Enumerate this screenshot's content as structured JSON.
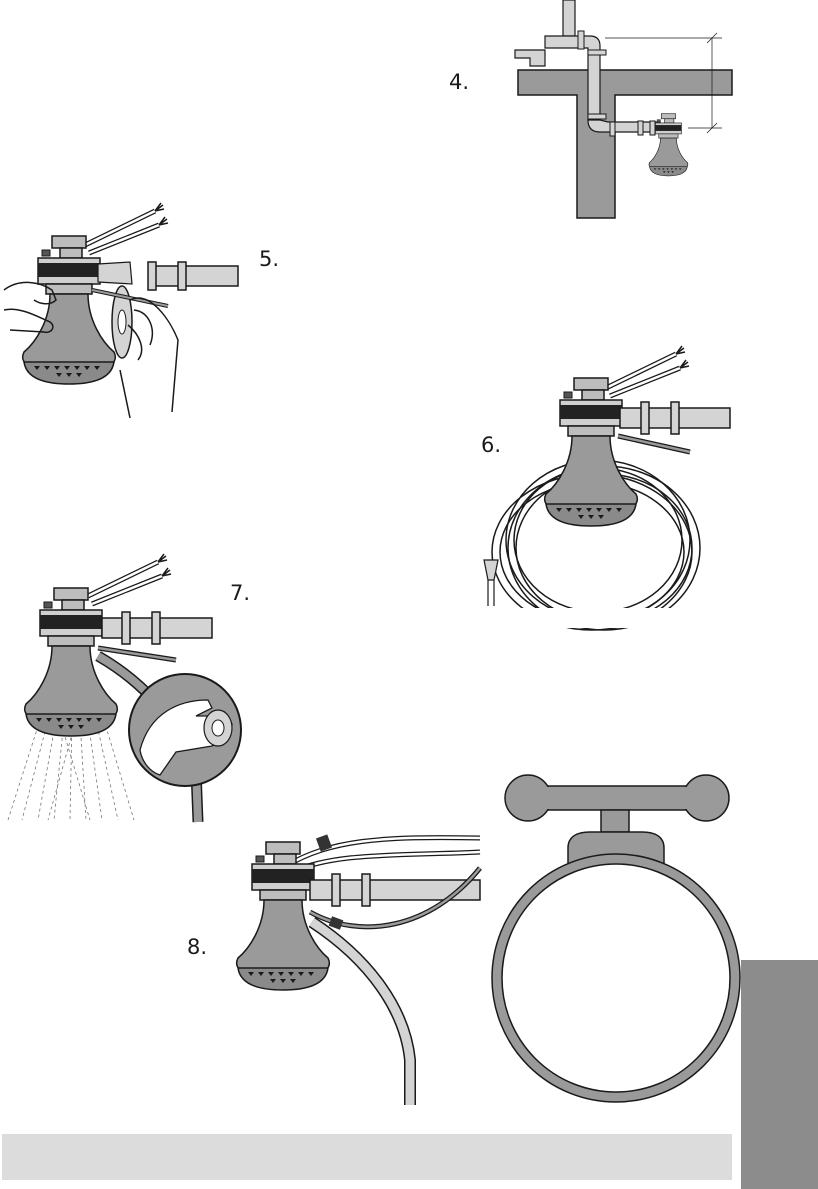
{
  "steps": [
    {
      "label": "4."
    },
    {
      "label": "5."
    },
    {
      "label": "6."
    },
    {
      "label": "7."
    },
    {
      "label": "8."
    }
  ],
  "colors": {
    "fixture_gray": "#9a9a9a",
    "light_gray": "#d4d4d4",
    "dark_band": "#222222",
    "footer_bar": "#dcdcdc",
    "side_tab": "#8c8c8c",
    "outline": "#1a1a1a"
  }
}
